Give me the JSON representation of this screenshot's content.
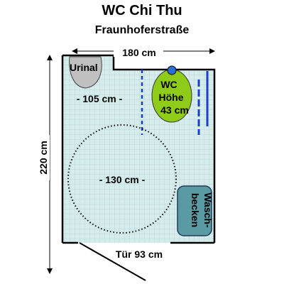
{
  "title": "WC Chi Thu",
  "subtitle": "Fraunhoferstraße",
  "dimensions": {
    "width": "180 cm",
    "height": "220 cm",
    "urinal_clearance": "- 105 cm -",
    "turning_circle": "- 130 cm -",
    "door": "Tür 93 cm"
  },
  "fixtures": {
    "urinal": "Urinal",
    "wc_line1": "WC",
    "wc_line2": "Höhe",
    "wc_line3": "43 cm",
    "sink_line1": "Wasch-",
    "sink_line2": "becken"
  },
  "colors": {
    "floor_tile": "#d6ecec",
    "grid_line": "#b4d2d2",
    "toilet": "#8fcc1a",
    "sink": "#5a9aa3",
    "urinal": "#c0c0c0",
    "grab_bar": "#1a3fbf"
  }
}
